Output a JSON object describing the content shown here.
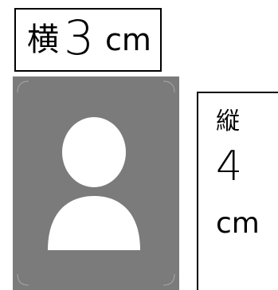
{
  "width_box": {
    "label": "横",
    "number": "3",
    "unit": "cm"
  },
  "height_box": {
    "label": "縦",
    "number": "4",
    "unit": "cm"
  },
  "photo": {
    "icon": "person-silhouette-icon",
    "background_color": "#7b7b7b",
    "figure_color": "#ffffff"
  }
}
